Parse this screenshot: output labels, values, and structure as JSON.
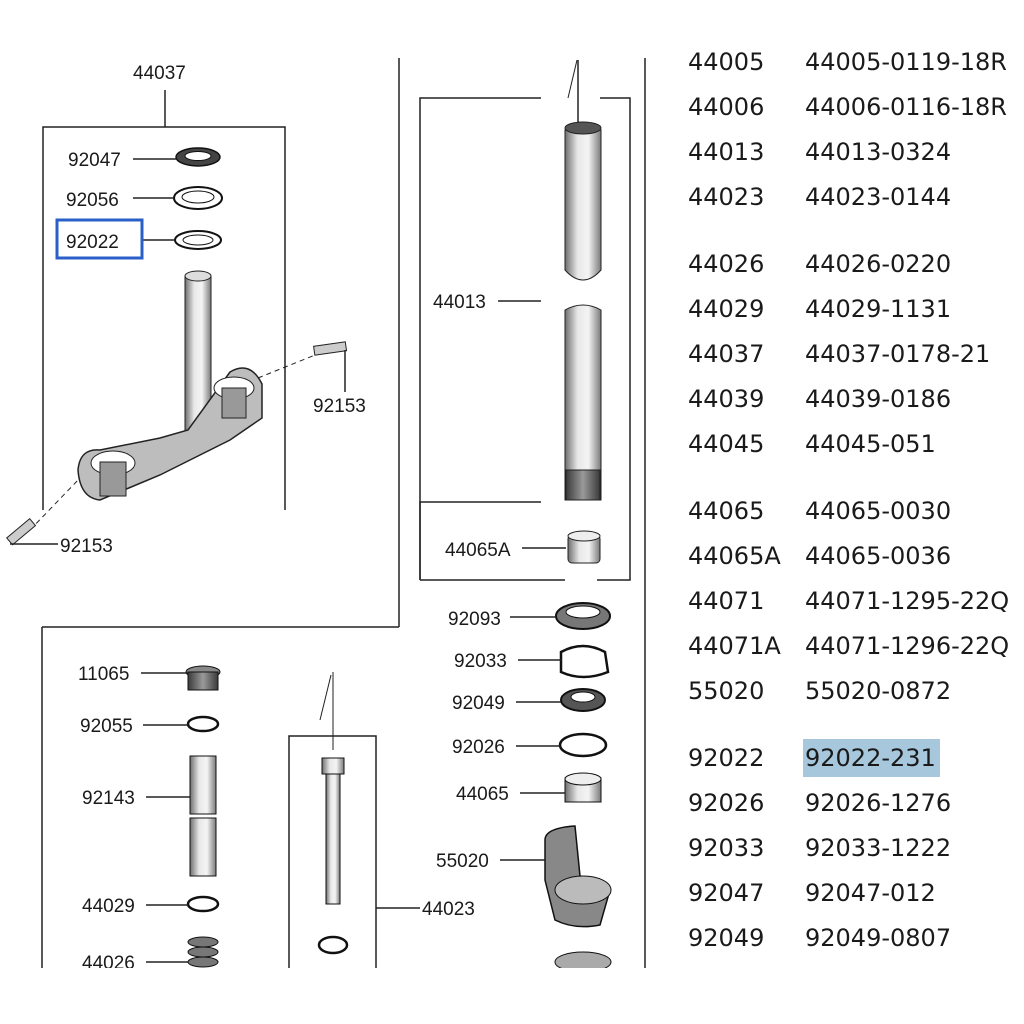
{
  "diagram": {
    "callouts": {
      "c44037": "44037",
      "c92047": "92047",
      "c92056": "92056",
      "c92022": "92022",
      "c92153a": "92153",
      "c92153b": "92153",
      "c44013": "44013",
      "c44065A": "44065A",
      "c92093": "92093",
      "c92033": "92033",
      "c92049": "92049",
      "c92026": "92026",
      "c44065": "44065",
      "c55020": "55020",
      "c11065": "11065",
      "c92055": "92055",
      "c92143": "92143",
      "c44029": "44029",
      "c44026": "44026",
      "c44023": "44023"
    },
    "highlight_color": "#2a5fc8"
  },
  "parts_table": {
    "selected_color": "#a7c7dc",
    "rows": [
      {
        "ref": "44005",
        "part_no": "44005-0119-18R"
      },
      {
        "ref": "44006",
        "part_no": "44006-0116-18R"
      },
      {
        "ref": "44013",
        "part_no": "44013-0324"
      },
      {
        "ref": "44023",
        "part_no": "44023-0144"
      },
      {
        "ref": "44026",
        "part_no": "44026-0220"
      },
      {
        "ref": "44029",
        "part_no": "44029-1131"
      },
      {
        "ref": "44037",
        "part_no": "44037-0178-21"
      },
      {
        "ref": "44039",
        "part_no": "44039-0186"
      },
      {
        "ref": "44045",
        "part_no": "44045-051"
      },
      {
        "ref": "44065",
        "part_no": "44065-0030"
      },
      {
        "ref": "44065A",
        "part_no": "44065-0036"
      },
      {
        "ref": "44071",
        "part_no": "44071-1295-22Q"
      },
      {
        "ref": "44071A",
        "part_no": "44071-1296-22Q"
      },
      {
        "ref": "55020",
        "part_no": "55020-0872"
      },
      {
        "ref": "92022",
        "part_no": "92022-231"
      },
      {
        "ref": "92026",
        "part_no": "92026-1276"
      },
      {
        "ref": "92033",
        "part_no": "92033-1222"
      },
      {
        "ref": "92047",
        "part_no": "92047-012"
      },
      {
        "ref": "92049",
        "part_no": "92049-0807"
      }
    ]
  }
}
